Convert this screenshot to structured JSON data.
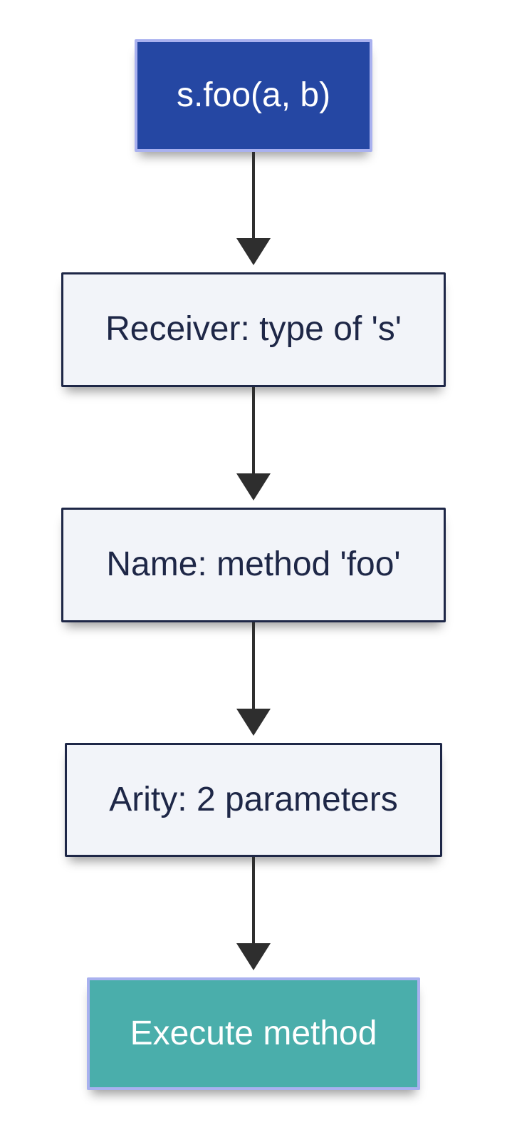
{
  "diagram": {
    "type": "flowchart",
    "direction": "top-down",
    "nodes": [
      {
        "id": "call",
        "label": "s.foo(a, b)",
        "kind": "start",
        "fill": "#2547a3",
        "border": "#a9b1ef",
        "text_color": "#ffffff"
      },
      {
        "id": "receiver",
        "label": "Receiver: type of 's'",
        "kind": "process",
        "fill": "#f2f4f9",
        "border": "#1e2747",
        "text_color": "#1e2747"
      },
      {
        "id": "method-name",
        "label": "Name: method 'foo'",
        "kind": "process",
        "fill": "#f2f4f9",
        "border": "#1e2747",
        "text_color": "#1e2747"
      },
      {
        "id": "arity",
        "label": "Arity: 2 parameters",
        "kind": "process",
        "fill": "#f2f4f9",
        "border": "#1e2747",
        "text_color": "#1e2747"
      },
      {
        "id": "execute",
        "label": "Execute method",
        "kind": "end",
        "fill": "#4aaeab",
        "border": "#a9b1ef",
        "text_color": "#ffffff"
      }
    ],
    "edges": [
      {
        "from": "call",
        "to": "receiver"
      },
      {
        "from": "receiver",
        "to": "method-name"
      },
      {
        "from": "method-name",
        "to": "arity"
      },
      {
        "from": "arity",
        "to": "execute"
      }
    ],
    "colors": {
      "background": "#ffffff",
      "arrow": "#2e2e2e",
      "accent_blue": "#2547a3",
      "accent_teal": "#4aaeab",
      "accent_lavender": "#a9b1ef",
      "node_fill_light": "#f2f4f9",
      "node_ink": "#1e2747"
    }
  }
}
